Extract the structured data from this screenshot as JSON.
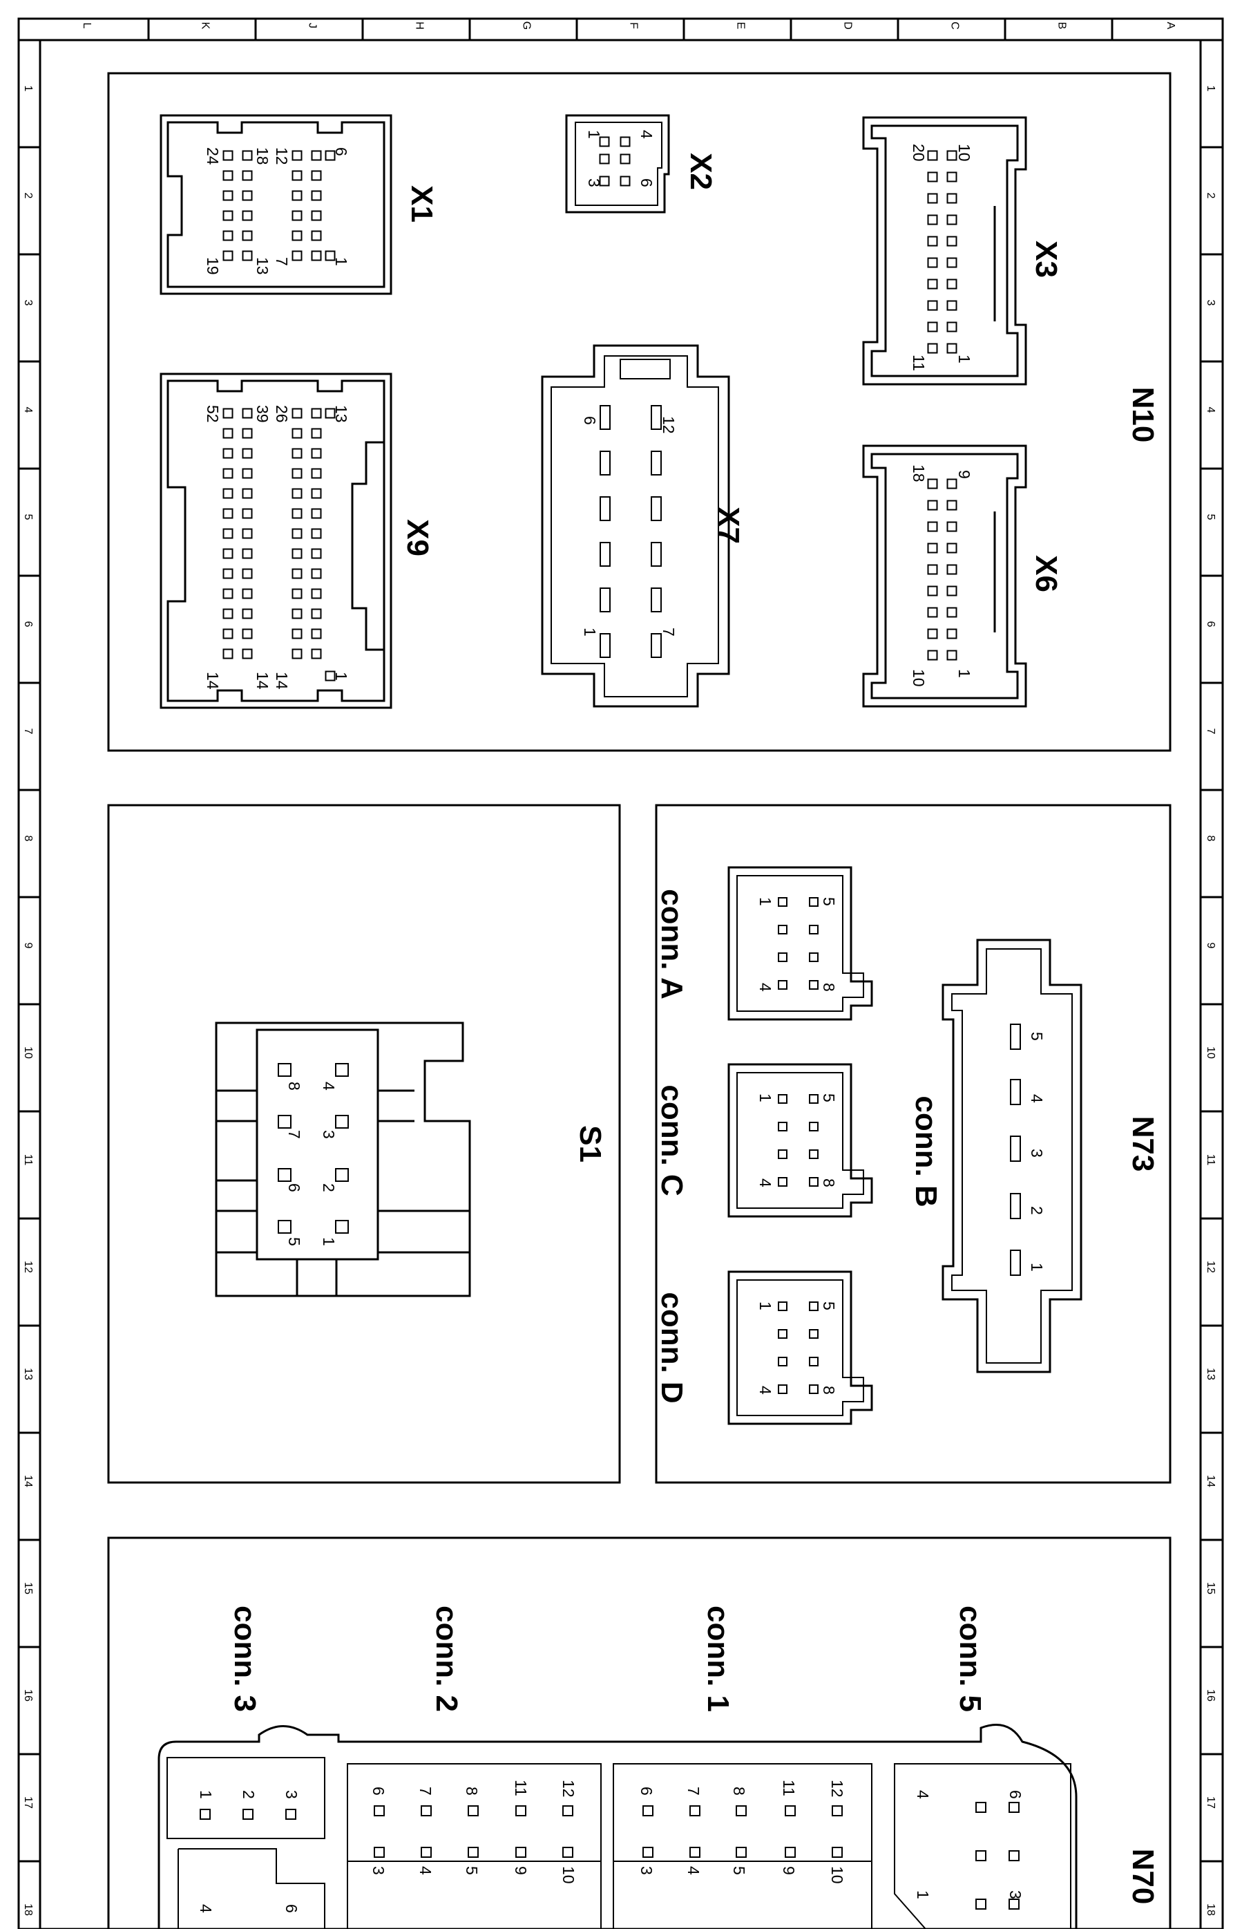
{
  "rulers": {
    "columns": [
      "L",
      "K",
      "J",
      "H",
      "G",
      "F",
      "E",
      "D",
      "C",
      "B",
      "A"
    ],
    "rows": [
      "1",
      "2",
      "3",
      "4",
      "5",
      "6",
      "7",
      "8",
      "9",
      "10",
      "11",
      "12",
      "13",
      "14",
      "15",
      "16",
      "17",
      "18"
    ]
  },
  "panels": {
    "n10": {
      "title": "N10",
      "connectors": {
        "x1": {
          "label": "X1",
          "pins": {
            "p6": "6",
            "p12": "12",
            "p18": "18",
            "p24": "24",
            "p1": "1",
            "p7": "7",
            "p13": "13",
            "p19": "19"
          }
        },
        "x2": {
          "label": "X2",
          "pins": {
            "p4": "4",
            "p1": "1",
            "p6": "6",
            "p3": "3"
          }
        },
        "x3": {
          "label": "X3",
          "pins": {
            "p10": "10",
            "p20": "20",
            "p1": "1",
            "p11": "11"
          }
        },
        "x9": {
          "label": "X9",
          "pins": {
            "p13": "13",
            "p26": "26",
            "p39": "39",
            "p52": "52",
            "p1": "1",
            "p14a": "14",
            "p14b": "14",
            "p14c": "14"
          }
        },
        "x7": {
          "label": "X7",
          "pins": {
            "p12": "12",
            "p6": "6",
            "p7": "7",
            "p1": "1"
          }
        },
        "x6": {
          "label": "X6",
          "pins": {
            "p9": "9",
            "p18": "18",
            "p1": "1",
            "p10": "10"
          }
        }
      }
    },
    "s1": {
      "title": "S1",
      "pins": [
        "1",
        "2",
        "3",
        "4",
        "5",
        "6",
        "7",
        "8"
      ]
    },
    "n73": {
      "title": "N73",
      "conn_b": {
        "label": "conn. B",
        "pins": [
          "1",
          "2",
          "3",
          "4",
          "5"
        ]
      },
      "conn_a": {
        "label": "conn. A",
        "pins": {
          "p5": "5",
          "p1": "1",
          "p8": "8",
          "p4": "4"
        }
      },
      "conn_c": {
        "label": "conn. C",
        "pins": {
          "p5": "5",
          "p1": "1",
          "p8": "8",
          "p4": "4"
        }
      },
      "conn_d": {
        "label": "conn. D",
        "pins": {
          "p5": "5",
          "p1": "1",
          "p8": "8",
          "p4": "4"
        }
      }
    },
    "n70": {
      "title": "N70",
      "conn5": {
        "label": "conn. 5",
        "pins": {
          "p6": "6",
          "p3": "3",
          "p4": "4",
          "p1": "1"
        }
      },
      "conn1": {
        "label": "conn. 1",
        "pins": {
          "p12": "12",
          "p11": "11",
          "p8": "8",
          "p7": "7",
          "p6": "6",
          "p10": "10",
          "p9": "9",
          "p5": "5",
          "p4": "4",
          "p3": "3"
        }
      },
      "conn2": {
        "label": "conn. 2",
        "pins": {
          "p12": "12",
          "p11": "11",
          "p8": "8",
          "p7": "7",
          "p6": "6",
          "p10": "10",
          "p9": "9",
          "p5": "5",
          "p4": "4",
          "p3": "3"
        }
      },
      "conn3": {
        "label": "conn. 3",
        "pins": {
          "p3": "3",
          "p2": "2",
          "p1": "1",
          "p6": "6",
          "p4": "4"
        }
      }
    }
  }
}
